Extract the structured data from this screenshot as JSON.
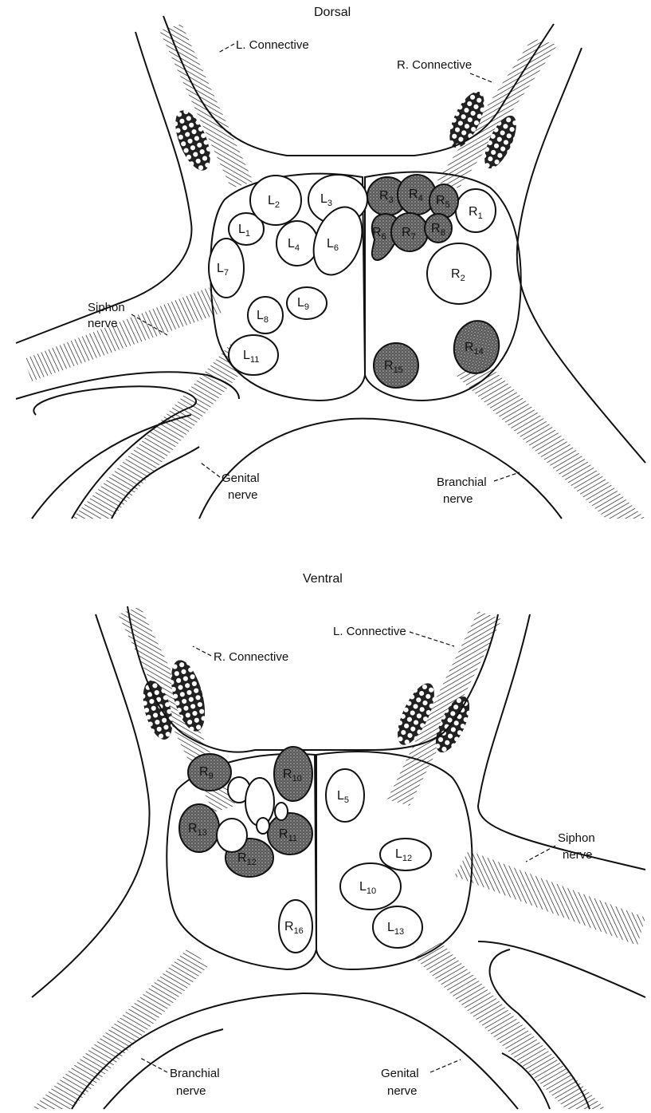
{
  "colors": {
    "ink": "#111111",
    "paper": "#ffffff",
    "stipple": "#3a3a3a"
  },
  "dorsal": {
    "title": "Dorsal",
    "labels": {
      "l_connective": "L. Connective",
      "r_connective": "R. Connective",
      "siphon_1": "Siphon",
      "siphon_2": "nerve",
      "genital_1": "Genital",
      "genital_2": "nerve",
      "branchial_1": "Branchial",
      "branchial_2": "nerve"
    },
    "cells": {
      "l1": {
        "p": "L",
        "s": "1"
      },
      "l2": {
        "p": "L",
        "s": "2"
      },
      "l3": {
        "p": "L",
        "s": "3"
      },
      "l4": {
        "p": "L",
        "s": "4"
      },
      "l6": {
        "p": "L",
        "s": "6"
      },
      "l7": {
        "p": "L",
        "s": "7"
      },
      "l8": {
        "p": "L",
        "s": "8"
      },
      "l9": {
        "p": "L",
        "s": "9"
      },
      "l11": {
        "p": "L",
        "s": "11"
      },
      "r1": {
        "p": "R",
        "s": "1"
      },
      "r2": {
        "p": "R",
        "s": "2"
      },
      "r3": {
        "p": "R",
        "s": "3"
      },
      "r4": {
        "p": "R",
        "s": "4"
      },
      "r5": {
        "p": "R",
        "s": "5"
      },
      "r6": {
        "p": "R",
        "s": "6"
      },
      "r7": {
        "p": "R",
        "s": "7"
      },
      "r8": {
        "p": "R",
        "s": "8"
      },
      "r14": {
        "p": "R",
        "s": "14"
      },
      "r15": {
        "p": "R",
        "s": "15"
      }
    }
  },
  "ventral": {
    "title": "Ventral",
    "labels": {
      "l_connective": "L. Connective",
      "r_connective": "R. Connective",
      "siphon_1": "Siphon",
      "siphon_2": "nerve",
      "genital_1": "Genital",
      "genital_2": "nerve",
      "branchial_1": "Branchial",
      "branchial_2": "nerve"
    },
    "cells": {
      "r9": {
        "p": "R",
        "s": "9"
      },
      "r10": {
        "p": "R",
        "s": "10"
      },
      "r11": {
        "p": "R",
        "s": "11"
      },
      "r12": {
        "p": "R",
        "s": "12"
      },
      "r13": {
        "p": "R",
        "s": "13"
      },
      "r16": {
        "p": "R",
        "s": "16"
      },
      "l5": {
        "p": "L",
        "s": "5"
      },
      "l10": {
        "p": "L",
        "s": "10"
      },
      "l12": {
        "p": "L",
        "s": "12"
      },
      "l13": {
        "p": "L",
        "s": "13"
      }
    }
  }
}
